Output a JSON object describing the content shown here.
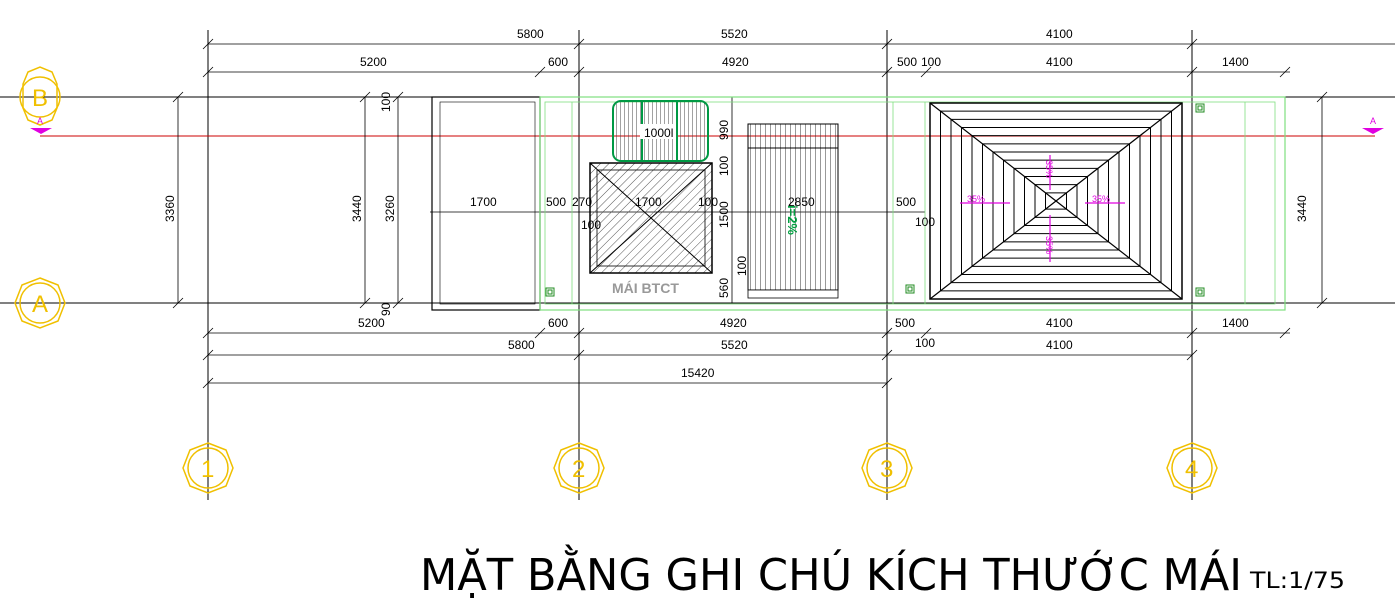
{
  "dims_top_outer": [
    "5800",
    "5520",
    "4100"
  ],
  "dims_top_inner": [
    "5200",
    "600",
    "4920",
    "500",
    "100",
    "4100",
    "1400"
  ],
  "dims_bottom_inner": [
    "5200",
    "600",
    "4920",
    "500",
    "100",
    "4100",
    "1400"
  ],
  "dims_bottom_outer": [
    "5800",
    "5520",
    "4100"
  ],
  "dim_total": "15420",
  "dims_left": [
    "3360",
    "3440",
    "3260",
    "100",
    "90"
  ],
  "dim_right": "3440",
  "dims_interior_row": [
    "1700",
    "500",
    "270",
    "1700",
    "100",
    "2850",
    "500",
    "100",
    "100"
  ],
  "dims_interior_vertical": [
    "990",
    "100",
    "1500",
    "100",
    "560"
  ],
  "tank_label": "1000l",
  "roof_label": "MÁI BTCT",
  "gutter_label": "i=2%",
  "slopes": [
    "35%",
    "35%",
    "35%",
    "35%"
  ],
  "grid_rows": [
    "B",
    "A"
  ],
  "grid_cols": [
    "1",
    "2",
    "3",
    "4"
  ],
  "section_mark": "A",
  "title": "MẶT BẰNG GHI CHÚ KÍCH THƯỚC MÁI",
  "scale": "TL:1/75"
}
